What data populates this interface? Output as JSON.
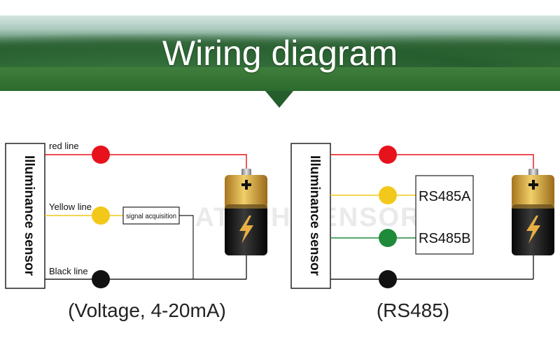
{
  "header": {
    "title": "Wiring diagram"
  },
  "watermark": "ATECH SENSOR",
  "left": {
    "sensor_label": "Illuminance sensor",
    "red_label": "red line",
    "yellow_label": "Yellow line",
    "black_label": "Black line",
    "module_label": "signal acquisition",
    "caption": "(Voltage, 4-20mA)"
  },
  "right": {
    "sensor_label": "Illuminance sensor",
    "rs485a_label": "RS485A",
    "rs485b_label": "RS485B",
    "caption": "(RS485)"
  },
  "colors": {
    "red": "#e8121c",
    "yellow": "#f2c81a",
    "green": "#1f8a3a",
    "black": "#111111",
    "battery_gold": "#d9a640",
    "battery_dark": "#1a1a1a"
  },
  "icons": [
    "battery-icon",
    "lightning-icon",
    "plus-icon"
  ]
}
